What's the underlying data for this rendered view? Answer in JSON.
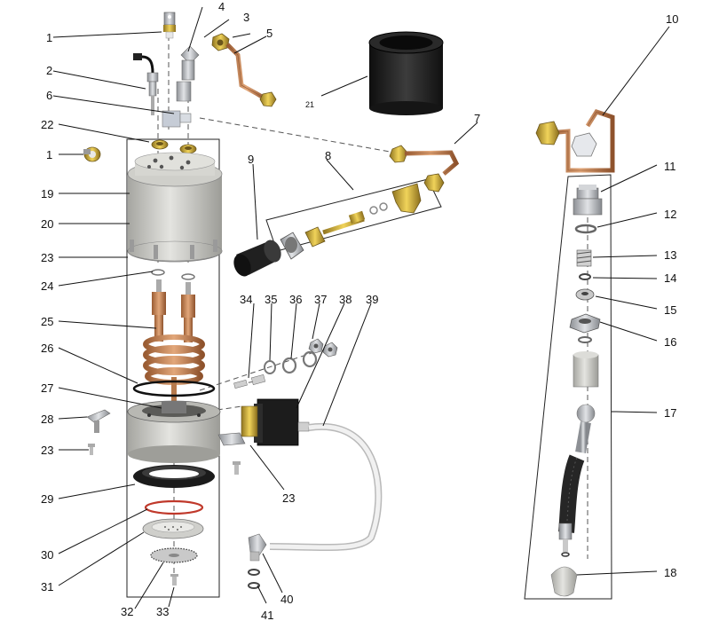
{
  "labels": {
    "l1a": "1",
    "l2": "2",
    "l3": "3",
    "l4": "4",
    "l5": "5",
    "l6": "6",
    "l7": "7",
    "l8": "8",
    "l9": "9",
    "l10": "10",
    "l11": "11",
    "l12": "12",
    "l13": "13",
    "l14": "14",
    "l15": "15",
    "l16": "16",
    "l17": "17",
    "l18": "18",
    "l19": "19",
    "l20": "20",
    "l21": "21",
    "l22": "22",
    "l1b": "1",
    "l23a": "23",
    "l23b": "23",
    "l23c": "23",
    "l24": "24",
    "l25": "25",
    "l26": "26",
    "l27": "27",
    "l28": "28",
    "l29": "29",
    "l30": "30",
    "l31": "31",
    "l32": "32",
    "l33": "33",
    "l34": "34",
    "l35": "35",
    "l36": "36",
    "l37": "37",
    "l38": "38",
    "l39": "39",
    "l40": "40",
    "l41": "41"
  },
  "colors": {
    "boiler": "#d2d2ce",
    "boiler_dark": "#a9a9a4",
    "copper": "#c98a5c",
    "copper_dark": "#9a5c33",
    "brass": "#d6b43a",
    "black": "#1c1c1c",
    "steel": "#b9bcc0",
    "gasket": "#222222",
    "oring": "#c0392b"
  }
}
